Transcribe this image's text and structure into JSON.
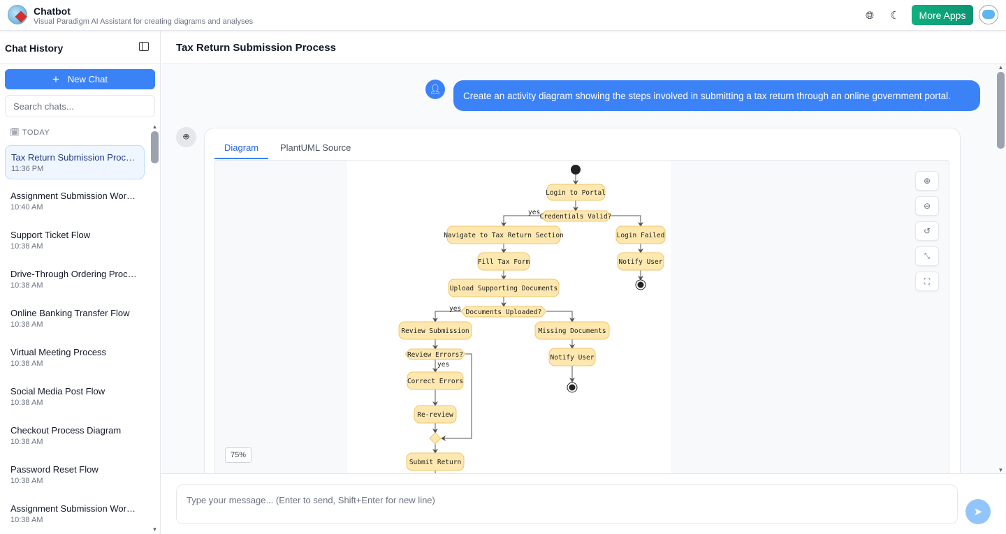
{
  "header": {
    "title": "Chatbot",
    "subtitle": "Visual Paradigm AI Assistant for creating diagrams and analyses",
    "more_apps": "More Apps",
    "icons": [
      "globe-icon",
      "moon-icon",
      "bot-avatar-icon"
    ]
  },
  "sidebar": {
    "title": "Chat History",
    "new_chat": "New Chat",
    "search_placeholder": "Search chats...",
    "group": "TODAY",
    "items": [
      {
        "title": "Tax Return Submission Process",
        "time": "11:36 PM"
      },
      {
        "title": "Assignment Submission Workflow",
        "time": "10:40 AM"
      },
      {
        "title": "Support Ticket Flow",
        "time": "10:38 AM"
      },
      {
        "title": "Drive-Through Ordering Process",
        "time": "10:38 AM"
      },
      {
        "title": "Online Banking Transfer Flow",
        "time": "10:38 AM"
      },
      {
        "title": "Virtual Meeting Process",
        "time": "10:38 AM"
      },
      {
        "title": "Social Media Post Flow",
        "time": "10:38 AM"
      },
      {
        "title": "Checkout Process Diagram",
        "time": "10:38 AM"
      },
      {
        "title": "Password Reset Flow",
        "time": "10:38 AM"
      },
      {
        "title": "Assignment Submission Workflow",
        "time": "10:38 AM"
      }
    ]
  },
  "main": {
    "title": "Tax Return Submission Process",
    "user_message": "Create an activity diagram showing the steps involved in submitting a tax return through an online government portal.",
    "tabs": [
      "Diagram",
      "PlantUML Source"
    ],
    "zoom_level": "75%",
    "input_placeholder": "Type your message... (Enter to send, Shift+Enter for new line)"
  },
  "diagram": {
    "nodes": {
      "login": "Login to Portal",
      "cred": "Credentials Valid?",
      "nav": "Navigate to Tax Return Section",
      "failed": "Login Failed",
      "fill": "Fill Tax Form",
      "notify1": "Notify User",
      "upload": "Upload Supporting Documents",
      "docs": "Documents Uploaded?",
      "review": "Review Submission",
      "missing": "Missing Documents",
      "errors": "Review Errors?",
      "notify2": "Notify User",
      "correct": "Correct Errors",
      "rereview": "Re-review",
      "submit": "Submit Return"
    },
    "guards": {
      "yes": "yes"
    },
    "colors": {
      "fill": "#fee8b0",
      "stroke": "#f2c46a",
      "line": "#555555"
    }
  }
}
